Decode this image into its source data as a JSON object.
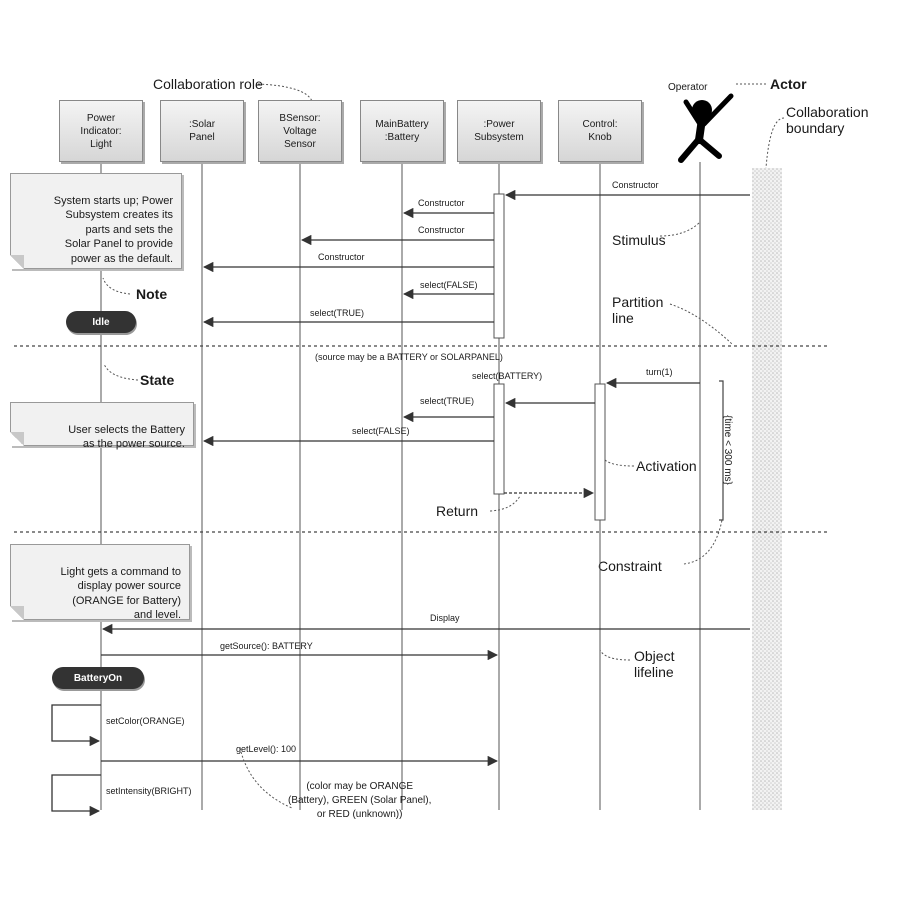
{
  "objects": [
    "Power\nIndicator:\nLight",
    ":Solar\nPanel",
    "BSensor:\nVoltage\nSensor",
    "MainBattery\n:Battery",
    ":Power\nSubsystem",
    "Control:\nKnob"
  ],
  "actor_label": "Operator",
  "notes": {
    "startup": "System starts up; Power\nSubsystem creates its\nparts and sets the\nSolar Panel to provide\npower as the default.",
    "select_battery": "User selects the Battery\nas the power source.",
    "display": "Light gets a command to\ndisplay power source\n(ORANGE for Battery)\nand level."
  },
  "states": {
    "idle": "Idle",
    "battery_on": "BatteryOn"
  },
  "messages": {
    "m1": "Constructor",
    "m2": "Constructor",
    "m3": "Constructor",
    "m4": "Constructor",
    "m5": "select(FALSE)",
    "m6": "select(TRUE)",
    "m7_note": "(source may be a BATTERY or SOLARPANEL)",
    "m7": "select(BATTERY)",
    "m8": "turn(1)",
    "m9": "select(TRUE)",
    "m10": "select(FALSE)",
    "m11": "Display",
    "m12": "getSource(): BATTERY",
    "m13": "setColor(ORANGE)",
    "m14": "getLevel(): 100",
    "m15": "setIntensity(BRIGHT)"
  },
  "constraint_text": "{time < 300 ms}",
  "color_note": "(color may be ORANGE\n(Battery), GREEN (Solar Panel),\nor RED (unknown))",
  "callouts": {
    "collab_role": "Collaboration role",
    "actor": "Actor",
    "collab_boundary": "Collaboration\nboundary",
    "stimulus": "Stimulus",
    "note": "Note",
    "partition": "Partition\nline",
    "state": "State",
    "activation": "Activation",
    "return": "Return",
    "constraint": "Constraint",
    "lifeline": "Object\nlifeline"
  }
}
